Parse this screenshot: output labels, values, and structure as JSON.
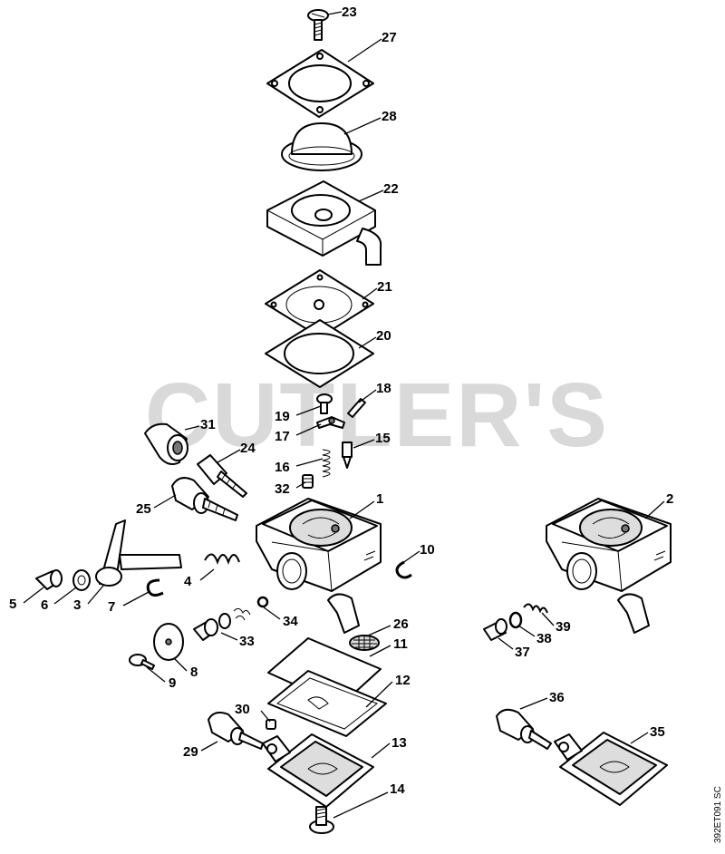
{
  "watermark": "CUTLER'S",
  "drawing_code": "392ET091 SC",
  "parts": [
    {
      "id": "p23",
      "label": "23"
    },
    {
      "id": "p27",
      "label": "27"
    },
    {
      "id": "p28",
      "label": "28"
    },
    {
      "id": "p22",
      "label": "22"
    },
    {
      "id": "p21",
      "label": "21"
    },
    {
      "id": "p20",
      "label": "20"
    },
    {
      "id": "p18",
      "label": "18"
    },
    {
      "id": "p19",
      "label": "19"
    },
    {
      "id": "p17",
      "label": "17"
    },
    {
      "id": "p31",
      "label": "31"
    },
    {
      "id": "p15",
      "label": "15"
    },
    {
      "id": "p24",
      "label": "24"
    },
    {
      "id": "p16",
      "label": "16"
    },
    {
      "id": "p32",
      "label": "32"
    },
    {
      "id": "p25",
      "label": "25"
    },
    {
      "id": "p1",
      "label": "1"
    },
    {
      "id": "p2",
      "label": "2"
    },
    {
      "id": "p10",
      "label": "10"
    },
    {
      "id": "p4",
      "label": "4"
    },
    {
      "id": "p5",
      "label": "5"
    },
    {
      "id": "p6",
      "label": "6"
    },
    {
      "id": "p3",
      "label": "3"
    },
    {
      "id": "p7",
      "label": "7"
    },
    {
      "id": "p34",
      "label": "34"
    },
    {
      "id": "p26",
      "label": "26"
    },
    {
      "id": "p33",
      "label": "33"
    },
    {
      "id": "p11",
      "label": "11"
    },
    {
      "id": "p39",
      "label": "39"
    },
    {
      "id": "p38",
      "label": "38"
    },
    {
      "id": "p37",
      "label": "37"
    },
    {
      "id": "p8",
      "label": "8"
    },
    {
      "id": "p9",
      "label": "9"
    },
    {
      "id": "p12",
      "label": "12"
    },
    {
      "id": "p36",
      "label": "36"
    },
    {
      "id": "p30",
      "label": "30"
    },
    {
      "id": "p35",
      "label": "35"
    },
    {
      "id": "p13",
      "label": "13"
    },
    {
      "id": "p29",
      "label": "29"
    },
    {
      "id": "p14",
      "label": "14"
    }
  ]
}
